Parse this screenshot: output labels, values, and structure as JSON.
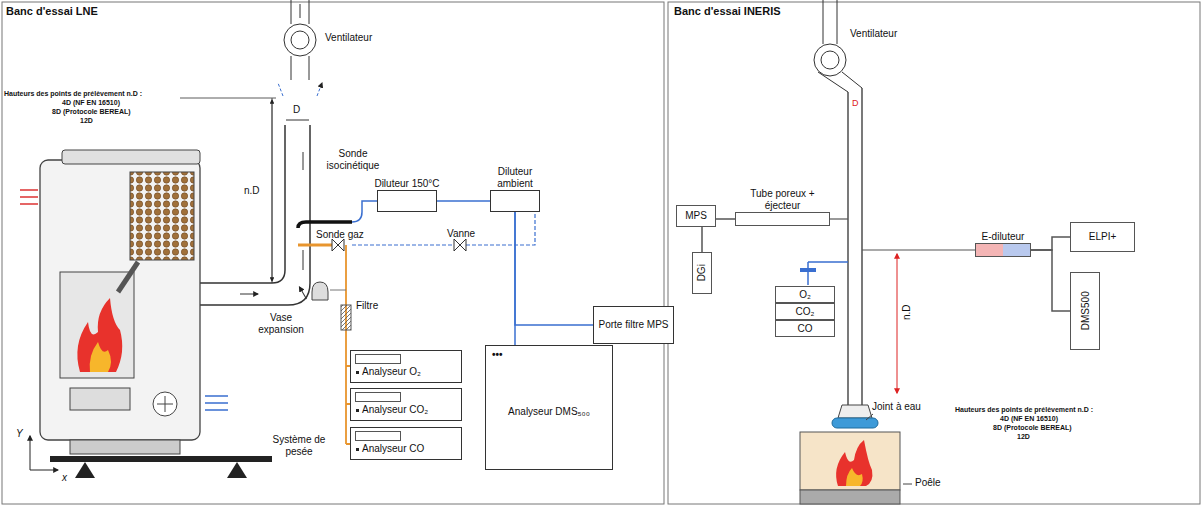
{
  "diagram": {
    "nodes": [
      {
        "text": [
          "Diluteur 150°C"
        ]
      },
      {
        "text": [
          "Diluteur ambient"
        ]
      },
      {
        "text": [
          "Analyseur O₂"
        ]
      },
      {
        "text": [
          "Analyseur CO₂"
        ]
      },
      {
        "text": [
          "Analyseur CO"
        ]
      },
      {
        "text": [
          "•••",
          "Analyseur DMS₅₀₀"
        ]
      },
      {
        "text": [
          "Porte filtre MPS"
        ]
      },
      {
        "text": [
          "Tube poreux + éjecteur"
        ]
      },
      {
        "text": [
          "MPS"
        ]
      },
      {
        "text": [
          "DGi"
        ]
      },
      {
        "text": [
          "E-diluteur"
        ]
      },
      {
        "text": [
          "ELPI+"
        ]
      },
      {
        "text": [
          "DMS500"
        ]
      },
      {
        "text": [
          "O₂"
        ]
      },
      {
        "text": [
          "CO₂"
        ]
      },
      {
        "text": [
          "CO"
        ]
      }
    ],
    "edges": [
      {
        "from": 0,
        "to": 1,
        "arrow": "none"
      },
      {
        "from": 1,
        "to": 6,
        "arrow": "none"
      },
      {
        "from": 1,
        "to": 5,
        "arrow": "none"
      },
      {
        "from": 7,
        "to": 8,
        "arrow": "none"
      },
      {
        "from": 8,
        "to": 9,
        "arrow": "none"
      },
      {
        "from": 10,
        "to": 11,
        "arrow": "none"
      },
      {
        "from": 10,
        "to": 12,
        "arrow": "none"
      }
    ],
    "labels": [
      "Banc d'essai LNE",
      "Ventilateur",
      "D",
      "Sonde isocinétique",
      "Hauteurs des points de prélèvement n.D :",
      "4D (NF EN 16510)",
      "8D (Protocole BEREAL)",
      "12D",
      "Sonde gaz",
      "Vase expansion",
      "Vanne",
      "Filtre",
      "n.D",
      "Système de pesée",
      "Y",
      "x",
      "Banc d'essai INERIS",
      "Ventilateur",
      "D",
      "n.D",
      "Joint à eau",
      "Hauteurs des points de prélèvement n.D :",
      "4D (NF EN 16510)",
      "8D (Protocole BEREAL)",
      "12D",
      "Poêle"
    ]
  }
}
